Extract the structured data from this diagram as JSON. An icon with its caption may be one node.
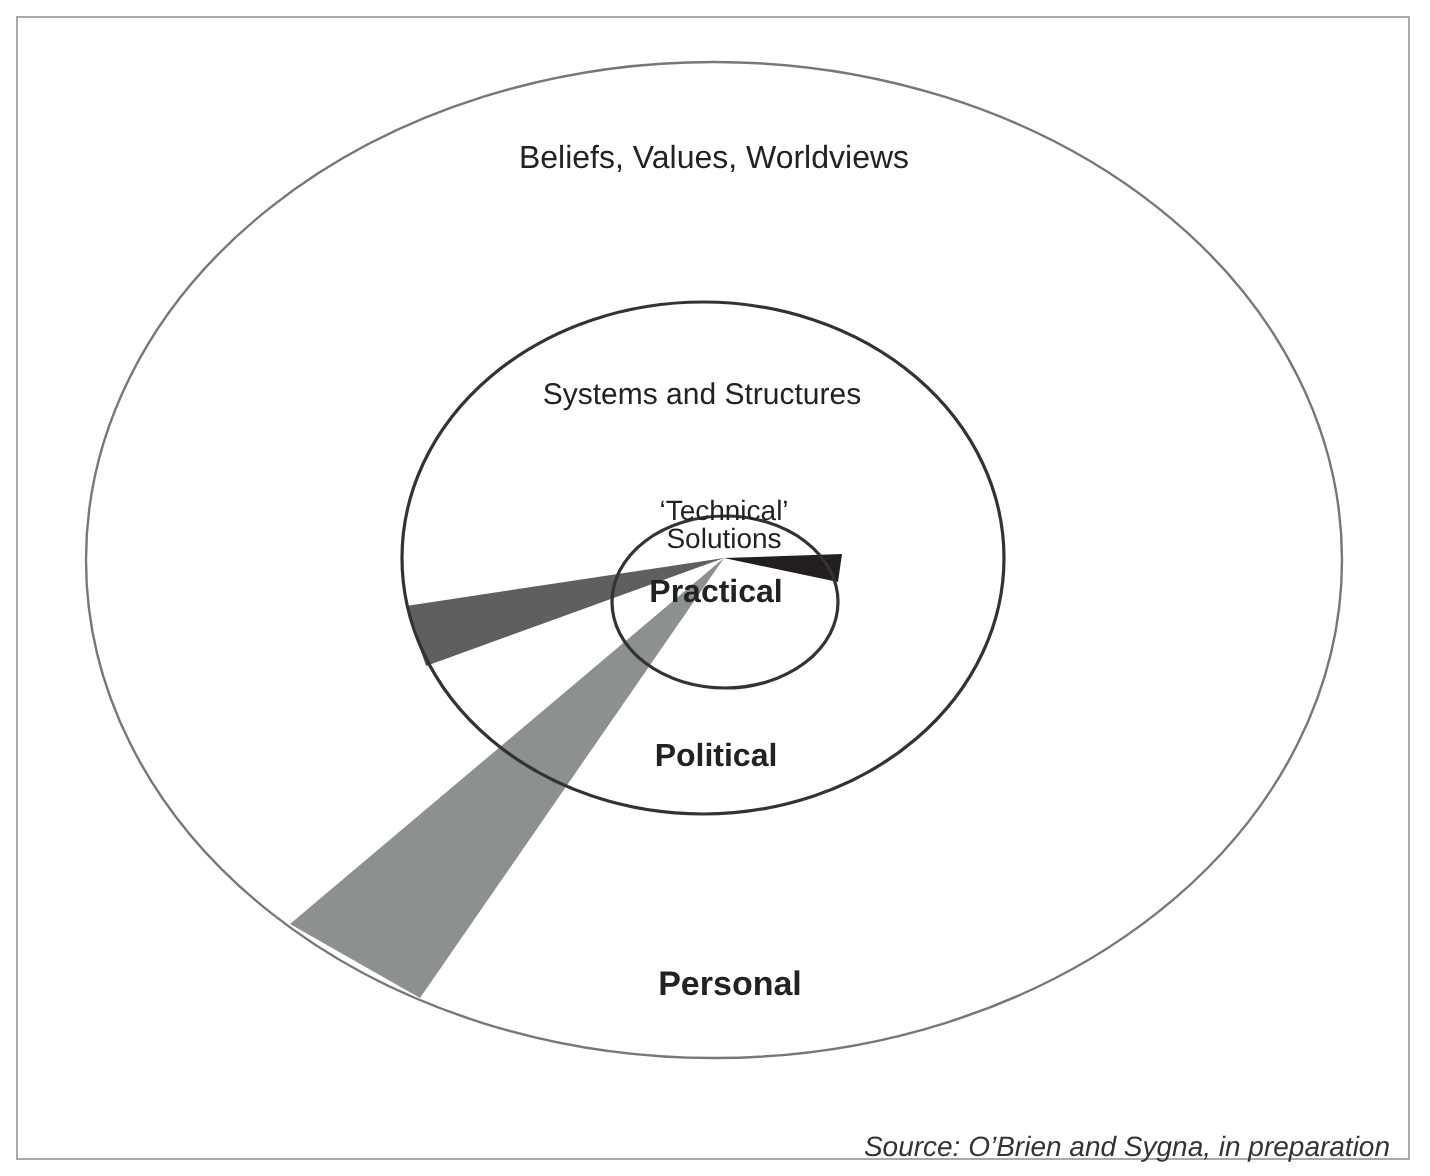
{
  "diagram": {
    "caption": "Source: O’Brien and Sygna, in preparation",
    "nodes": [
      {
        "text": [
          "Beliefs, Values, Worldviews",
          "Personal"
        ]
      },
      {
        "text": [
          "Systems and Structures",
          "Political"
        ],
        "in": 0
      },
      {
        "text": [
          "‘Technical’ Solutions",
          "Practical"
        ],
        "in": 1
      }
    ]
  }
}
